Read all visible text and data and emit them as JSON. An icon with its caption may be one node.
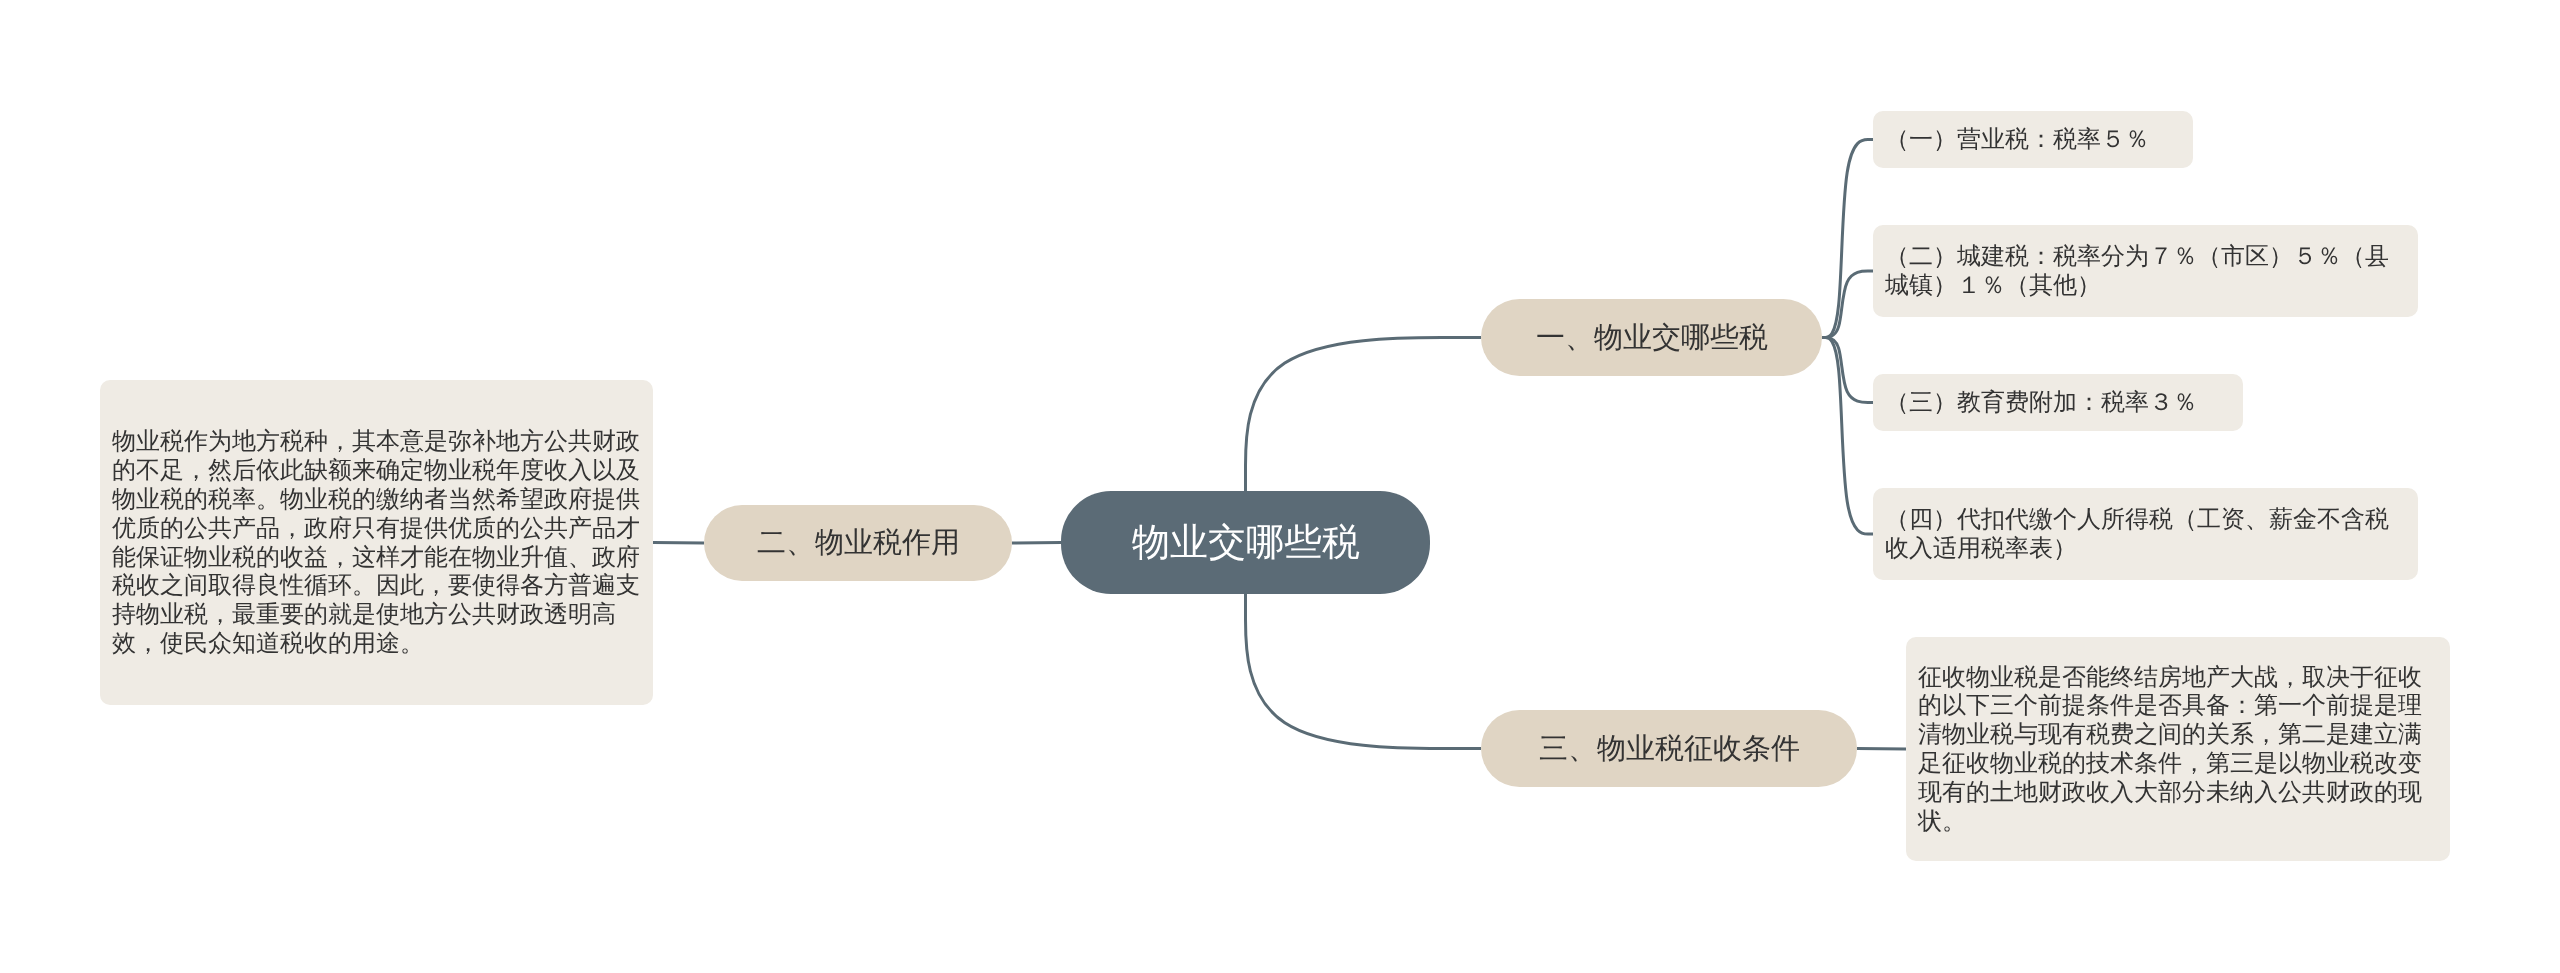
{
  "diagram": {
    "nodes": [
      {
        "text": [
          "物业交哪些税"
        ]
      },
      {
        "text": [
          "一、物业交哪些税"
        ]
      },
      {
        "text": [
          "（一）营业税：税率５％"
        ]
      },
      {
        "text": [
          "（二）城建税：税率分为７％（市区）５％（县城镇）１％（其他）"
        ]
      },
      {
        "text": [
          "（三）教育费附加：税率３％"
        ]
      },
      {
        "text": [
          "（四）代扣代缴个人所得税（工资、薪金不含税收入适用税率表）"
        ]
      },
      {
        "text": [
          "二、物业税作用"
        ]
      },
      {
        "text": [
          "物业税作为地方税种，其本意是弥补地方公共财政的不足，然后依此缺额来确定物业税年度收入以及物业税的税率。物业税的缴纳者当然希望政府提供优质的公共产品，政府只有提供优质的公共产品才能保证物业税的收益，这样才能在物业升值、政府税收之间取得良性循环。因此，要使得各方普遍支持物业税，最重要的就是使地方公共财政透明高效，使民众知道税收的用途。"
        ]
      },
      {
        "text": [
          "三、物业税征收条件"
        ]
      },
      {
        "text": [
          "征收物业税是否能终结房地产大战，取决于征收的以下三个前提条件是否具备：第一个前提是理清物业税与现有税费之间的关系，第二是建立满足征收物业税的技术条件，第三是以物业税改变现有的土地财政收入大部分未纳入公共财政的现状。"
        ]
      }
    ],
    "edges": [
      {
        "from": 0,
        "to": 1,
        "arrow": "none"
      },
      {
        "from": 1,
        "to": 2,
        "arrow": "none"
      },
      {
        "from": 1,
        "to": 3,
        "arrow": "none"
      },
      {
        "from": 1,
        "to": 4,
        "arrow": "none"
      },
      {
        "from": 1,
        "to": 5,
        "arrow": "none"
      },
      {
        "from": 0,
        "to": 6,
        "arrow": "none"
      },
      {
        "from": 6,
        "to": 7,
        "arrow": "none"
      },
      {
        "from": 0,
        "to": 8,
        "arrow": "none"
      },
      {
        "from": 8,
        "to": 9,
        "arrow": "none"
      }
    ]
  }
}
